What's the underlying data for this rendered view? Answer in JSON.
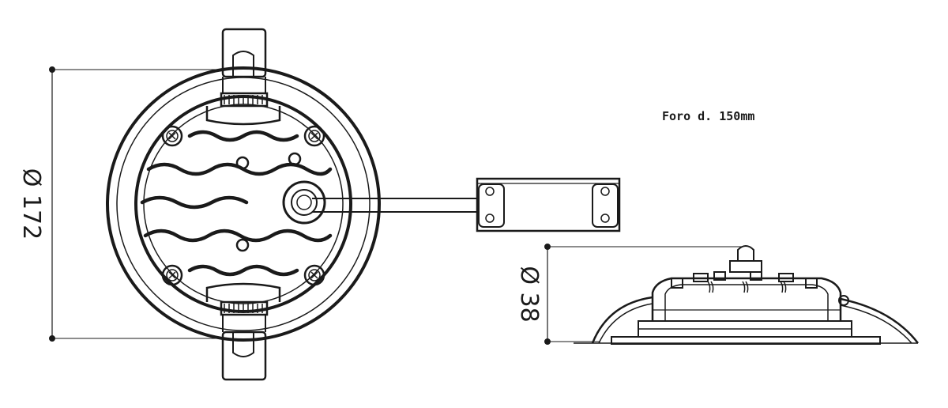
{
  "diagram": {
    "title": "",
    "hole_note": "Foro d. 150mm",
    "dimension_diameter": "Ø 172",
    "dimension_height": "Ø 38"
  },
  "colors": {
    "line": "#1a1a1a",
    "background": "#ffffff"
  }
}
